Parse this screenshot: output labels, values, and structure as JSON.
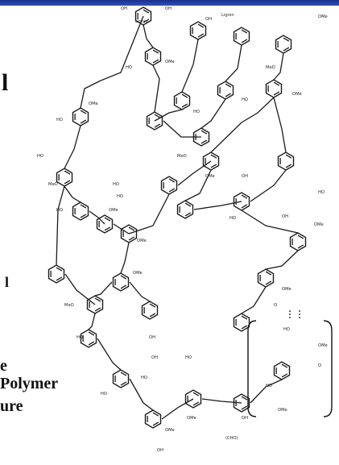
{
  "header": {
    "bar_color": "#2a45a8"
  },
  "left_text": {
    "fragment_top": "l",
    "fragment_mid": "l",
    "line1": "e",
    "line2": "Polymer",
    "line3": "ure"
  },
  "diagram": {
    "labels": {
      "oh": "OH",
      "ho": "HO",
      "ome": "OMe",
      "meo": "MeO",
      "o": "O",
      "lignin": "Lignin",
      "cho": "(CHO)"
    }
  }
}
